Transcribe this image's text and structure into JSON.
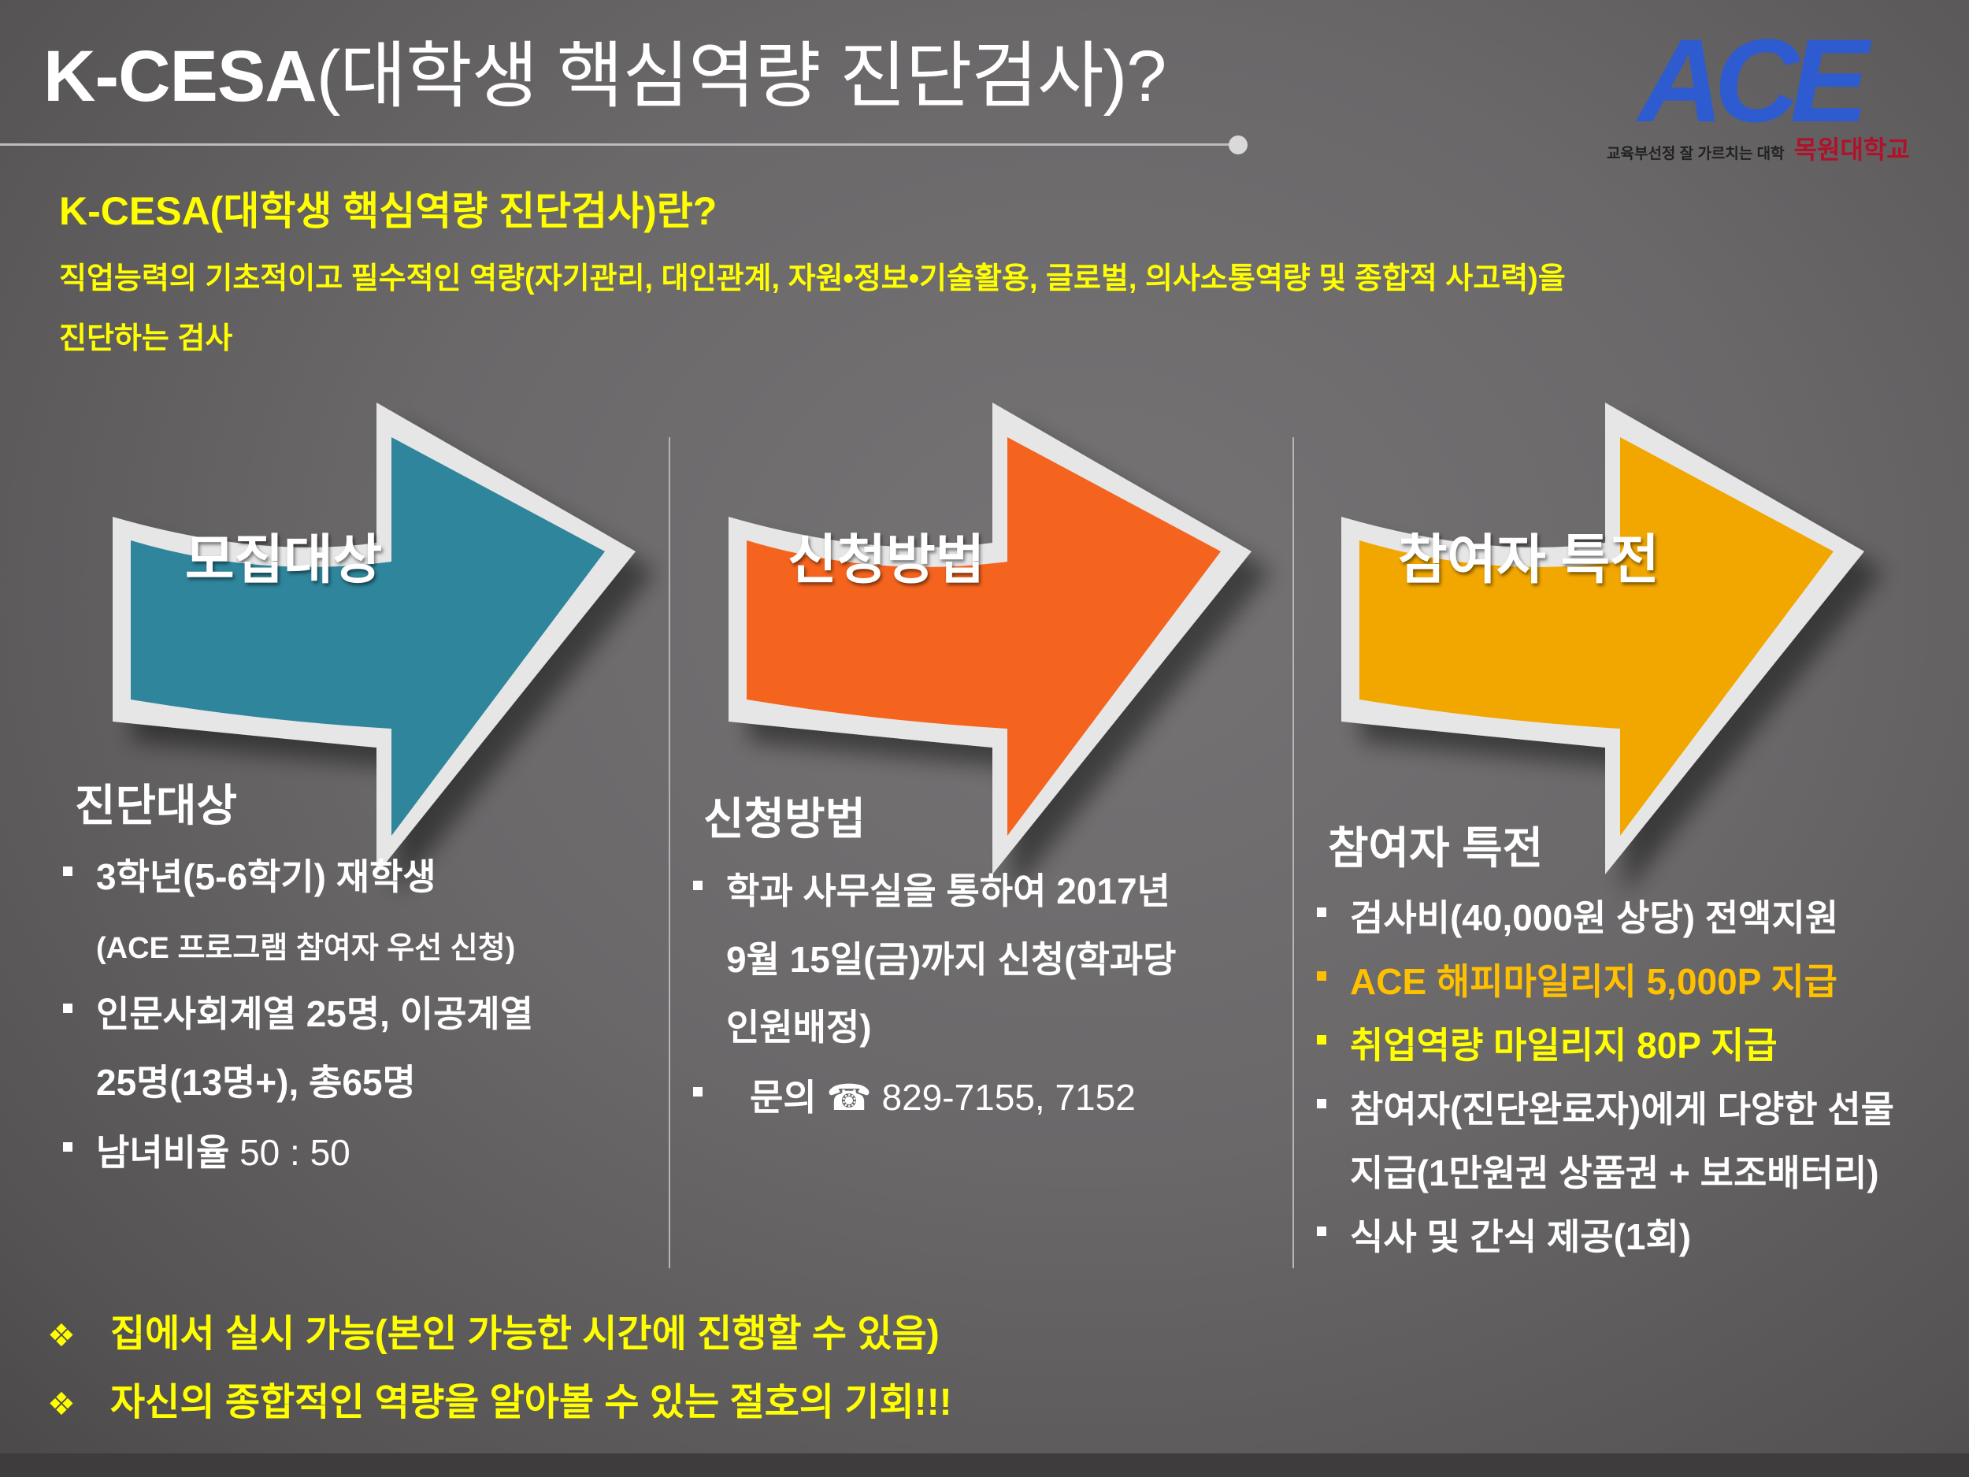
{
  "header": {
    "title_latin": "K-CESA",
    "title_korean": "(대학생 핵심역량 진단검사)?"
  },
  "logo": {
    "brand": "ACE",
    "tagline": "교육부선정 잘 가르치는 대학",
    "university": "목원대학교"
  },
  "intro": {
    "question": "K-CESA(대학생 핵심역량 진단검사)란?",
    "description_line1": "직업능력의 기초적이고 필수적인 역량(자기관리, 대인관계, 자원•정보•기술활용, 글로벌, 의사소통역량 및 종합적 사고력)을",
    "description_line2": "진단하는 검사"
  },
  "arrows": [
    {
      "label": "모집대상",
      "color": "#2f859c"
    },
    {
      "label": "신청방법",
      "color": "#f5641e"
    },
    {
      "label": "참여자 특전",
      "color": "#f2a700"
    }
  ],
  "columns": {
    "target": {
      "heading": "진단대상",
      "b1": "3학년(5-6학기) 재학생",
      "b1_sub": "(ACE 프로그램 참여자 우선 신청)",
      "b2_l1": "인문사회계열 25명, 이공계열",
      "b2_l2": "25명(13명+), 총65명",
      "b3_label": "남녀비율",
      "b3_value": "50 : 50"
    },
    "apply": {
      "heading": "신청방법",
      "b1_l1": "학과 사무실을 통하여 2017년",
      "b1_l2": "9월 15일(금)까지 신청(학과당",
      "b1_l3": "인원배정)",
      "b2_label": "문의",
      "b2_phone_icon": "☎",
      "b2_value": "829-7155, 7152"
    },
    "benefits": {
      "heading": "참여자 특전",
      "b1": "검사비(40,000원 상당) 전액지원",
      "b2": "ACE 해피마일리지 5,000P 지급",
      "b3": "취업역량 마일리지 80P 지급",
      "b4_l1": "참여자(진단완료자)에게 다양한 선물",
      "b4_l2": "지급(1만원권 상품권 + 보조배터리)",
      "b5": "식사 및 간식 제공(1회)"
    }
  },
  "footer": {
    "bullet_icon": "❖",
    "line1": "집에서 실시 가능(본인 가능한 시간에 진행할 수 있음)",
    "line2": "자신의 종합적인 역량을 알아볼 수 있는 절호의 기회!!!"
  },
  "colors": {
    "yellow": "#ffff00",
    "amber": "#ffc000",
    "background": "#6a6869"
  }
}
